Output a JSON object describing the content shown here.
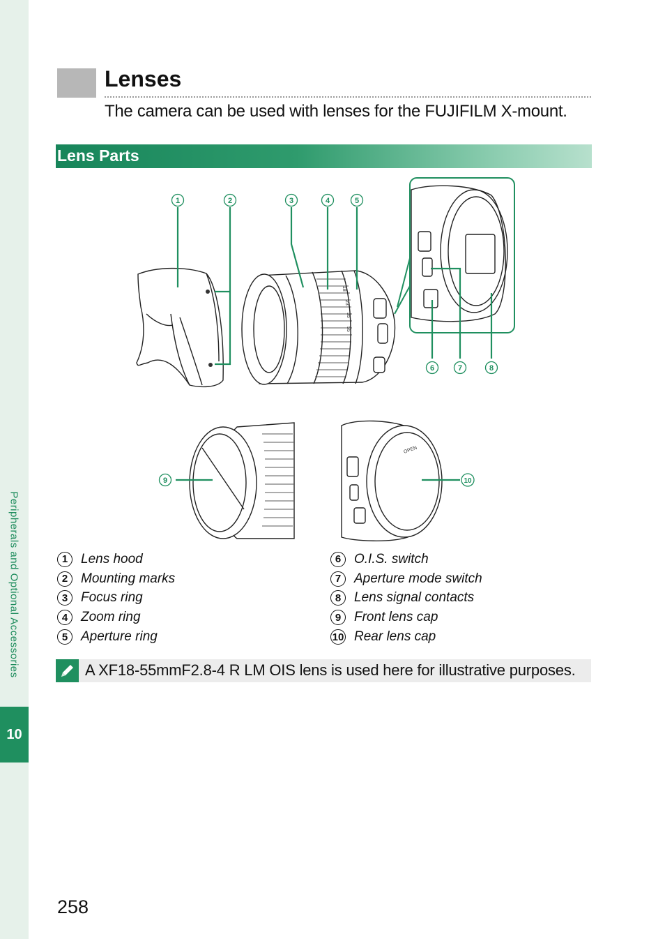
{
  "sidebar": {
    "chapter_title": "Peripherals and Optional Accessories",
    "chapter_number": "10"
  },
  "page_number": "258",
  "heading": {
    "title": "Lenses",
    "intro": "The camera can be used with lenses for the FUJIFILM X-mount."
  },
  "section": {
    "title": "Lens Parts"
  },
  "callouts": [
    "1",
    "2",
    "3",
    "4",
    "5",
    "6",
    "7",
    "8",
    "9",
    "10"
  ],
  "lens_scale": [
    "18",
    "23",
    "35",
    "55"
  ],
  "rear_cap_text": "OPEN",
  "parts": [
    {
      "num": "1",
      "label": "Lens hood"
    },
    {
      "num": "2",
      "label": "Mounting marks"
    },
    {
      "num": "3",
      "label": "Focus ring"
    },
    {
      "num": "4",
      "label": "Zoom ring"
    },
    {
      "num": "5",
      "label": "Aperture ring"
    },
    {
      "num": "6",
      "label": "O.I.S. switch"
    },
    {
      "num": "7",
      "label": "Aperture mode switch"
    },
    {
      "num": "8",
      "label": "Lens signal contacts"
    },
    {
      "num": "9",
      "label": "Front lens cap"
    },
    {
      "num": "10",
      "label": "Rear lens cap"
    }
  ],
  "note": {
    "icon": "pencil-note-icon",
    "text": "A XF18-55mmF2.8-4 R LM OIS lens is used here for illustrative purposes."
  },
  "colors": {
    "accent_green": "#1f8f5f",
    "sidebar_bg": "#e6f1ea",
    "title_block": "#b7b7b7"
  }
}
